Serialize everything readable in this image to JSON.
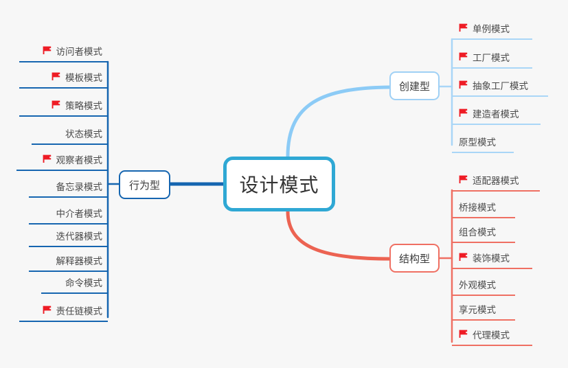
{
  "document": {
    "title": "设计模式",
    "background_color": "#f7f7f7"
  },
  "colors": {
    "root_border": "#2fa8d4",
    "behavior": "#1565b0",
    "creational": "#a9d6f7",
    "structural": "#ef6f62",
    "flag": "#ee1c25",
    "text": "#4a4a4a"
  },
  "root": {
    "label": "设计模式"
  },
  "branches": {
    "behavior": {
      "label": "行为型",
      "color": "#1565b0",
      "side": "left",
      "items": [
        {
          "label": "访问者模式",
          "flag": true
        },
        {
          "label": "模板模式",
          "flag": true
        },
        {
          "label": "策略模式",
          "flag": true
        },
        {
          "label": "状态模式",
          "flag": false
        },
        {
          "label": "观察者模式",
          "flag": true
        },
        {
          "label": "备忘录模式",
          "flag": false
        },
        {
          "label": "中介者模式",
          "flag": false
        },
        {
          "label": "迭代器模式",
          "flag": false
        },
        {
          "label": "解释器模式",
          "flag": false
        },
        {
          "label": "命令模式",
          "flag": false
        },
        {
          "label": "责任链模式",
          "flag": true
        }
      ]
    },
    "creational": {
      "label": "创建型",
      "color": "#a9d6f7",
      "side": "right",
      "items": [
        {
          "label": "单例模式",
          "flag": true
        },
        {
          "label": "工厂模式",
          "flag": true
        },
        {
          "label": "抽象工厂模式",
          "flag": true
        },
        {
          "label": "建造者模式",
          "flag": true
        },
        {
          "label": "原型模式",
          "flag": false
        }
      ]
    },
    "structural": {
      "label": "结构型",
      "color": "#ef6f62",
      "side": "right",
      "items": [
        {
          "label": "适配器模式",
          "flag": true
        },
        {
          "label": "桥接模式",
          "flag": false
        },
        {
          "label": "组合模式",
          "flag": false
        },
        {
          "label": "装饰模式",
          "flag": true
        },
        {
          "label": "外观模式",
          "flag": false
        },
        {
          "label": "享元模式",
          "flag": false
        },
        {
          "label": "代理模式",
          "flag": true
        }
      ]
    }
  },
  "icons": {
    "flag": "flag-icon"
  }
}
